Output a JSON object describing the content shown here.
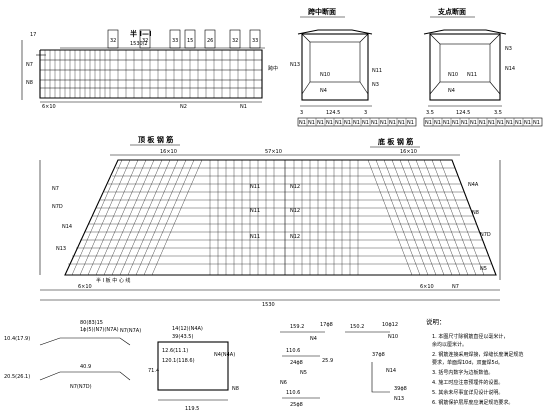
{
  "section_elevation": {
    "title": "半 I—I",
    "dim_total": "1530/2",
    "labels_top": [
      "32",
      "32",
      "33",
      "15",
      "26",
      "32",
      "33"
    ],
    "left_labels": [
      "17",
      "N7",
      "N8"
    ],
    "bottom_labels": [
      "6×10",
      "N2",
      "N1"
    ],
    "side_label": "跨中"
  },
  "section_mid": {
    "title": "跨中断面",
    "labels": [
      "N13",
      "N11",
      "N10",
      "N3",
      "N4"
    ],
    "dims": [
      "3",
      "124.5",
      "3"
    ],
    "row_labels": [
      "N1",
      "N1",
      "N1",
      "N1",
      "N1",
      "N1",
      "N1",
      "N1",
      "N1",
      "N1",
      "N1",
      "N1",
      "N1"
    ]
  },
  "section_end": {
    "title": "支点断面",
    "labels": [
      "N3",
      "N10",
      "N11",
      "N14",
      "N4"
    ],
    "dims": [
      "3.5",
      "124.5",
      "3.5"
    ],
    "row_labels": [
      "N1",
      "N1",
      "N1",
      "N1",
      "N1",
      "N1",
      "N1",
      "N1",
      "N1",
      "N1",
      "N1",
      "N1",
      "N1"
    ]
  },
  "plan": {
    "title_left": "顶 板 钢 筋",
    "title_right": "底 板 钢 筋",
    "dims_top": [
      "16×10",
      "57×10",
      "16×10"
    ],
    "left_labels": [
      "N7D",
      "N14",
      "N7",
      "N13"
    ],
    "right_labels": [
      "N4A",
      "N8",
      "N7D",
      "N5"
    ],
    "mid_labels": [
      "N11",
      "N11",
      "N11",
      "N12",
      "N12",
      "N12"
    ],
    "dims_bottom": [
      "6×10",
      "6×10"
    ],
    "total": "1530",
    "note_left": "半 I 板 中 心 线",
    "note_right": "N7"
  },
  "rebar_details": {
    "d1": [
      "80(83)15",
      "1ϕ(5)(N7)(N7A)",
      "N7(N7A)",
      "10.4(17.9)",
      "20.5(26.1)",
      "40.9",
      "N7(N7D)"
    ],
    "d2": [
      "14(12)(N4A)",
      "39(43.5)",
      "12.6(11.1)",
      "120.1(118.6)",
      "71.4",
      "119.5",
      "N4(N4A)",
      "N8"
    ],
    "d3": [
      "159.2",
      "N4",
      "17ϕ8",
      "110.6",
      "24ϕ8",
      "25.9",
      "N5",
      "N6",
      "110.6",
      "25ϕ8"
    ],
    "d4": [
      "150.2",
      "N10",
      "10ϕ12",
      "37ϕ8",
      "N14",
      "39ϕ8",
      "N13"
    ]
  },
  "notes": {
    "heading": "说明：",
    "lines": [
      "1. 本图尺寸除钢筋直径以毫米计，",
      "   余均以厘米计。",
      "2. 钢筋连接采用焊接，焊缝长度满足规范",
      "   要求，单面焊10d，双面焊5d。",
      "3. 括号内数字为边板数值。",
      "4. 施工时应注意预埋件的设置。",
      "5. 其余未尽事宜详见设计说明。",
      "6. 钢筋保护层厚度应满足规范要求。"
    ]
  }
}
